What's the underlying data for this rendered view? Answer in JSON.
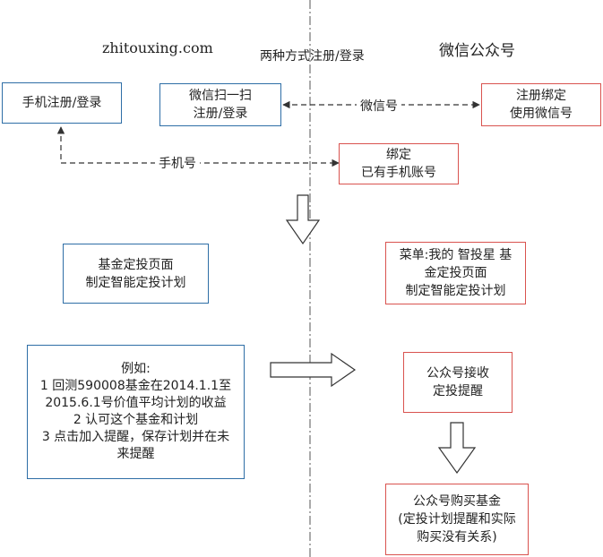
{
  "header": {
    "site": "zhitouxing.com",
    "center_title": "两种方式注册/登录",
    "right_title": "微信公众号"
  },
  "boxes": {
    "phone_login": [
      "手机注册/登录"
    ],
    "wechat_scan": [
      "微信扫一扫",
      "注册/登录"
    ],
    "register_bind": [
      "注册绑定",
      "使用微信号"
    ],
    "bind_existing": [
      "绑定",
      "已有手机账号"
    ],
    "fund_page_left": [
      "基金定投页面",
      "制定智能定投计划"
    ],
    "menu_right": [
      "菜单:我的 智投星 基",
      "金定投页面",
      "制定智能定投计划"
    ],
    "example": [
      "例如:",
      "1 回测590008基金在2014.1.1至",
      "2015.6.1号价值平均计划的收益",
      "2 认可这个基金和计划",
      "3 点击加入提醒，保存计划并在未",
      "来提醒"
    ],
    "receive_reminder": [
      "公众号接收",
      "定投提醒"
    ],
    "buy_fund": [
      "公众号购买基金",
      "(定投计划提醒和实际",
      "购买没有关系)"
    ]
  },
  "links": {
    "wechat_id": "微信号",
    "phone_number": "手机号"
  },
  "colors": {
    "blue_border": "#2e6ea6",
    "red_border": "#d9534f",
    "line": "#333333"
  }
}
